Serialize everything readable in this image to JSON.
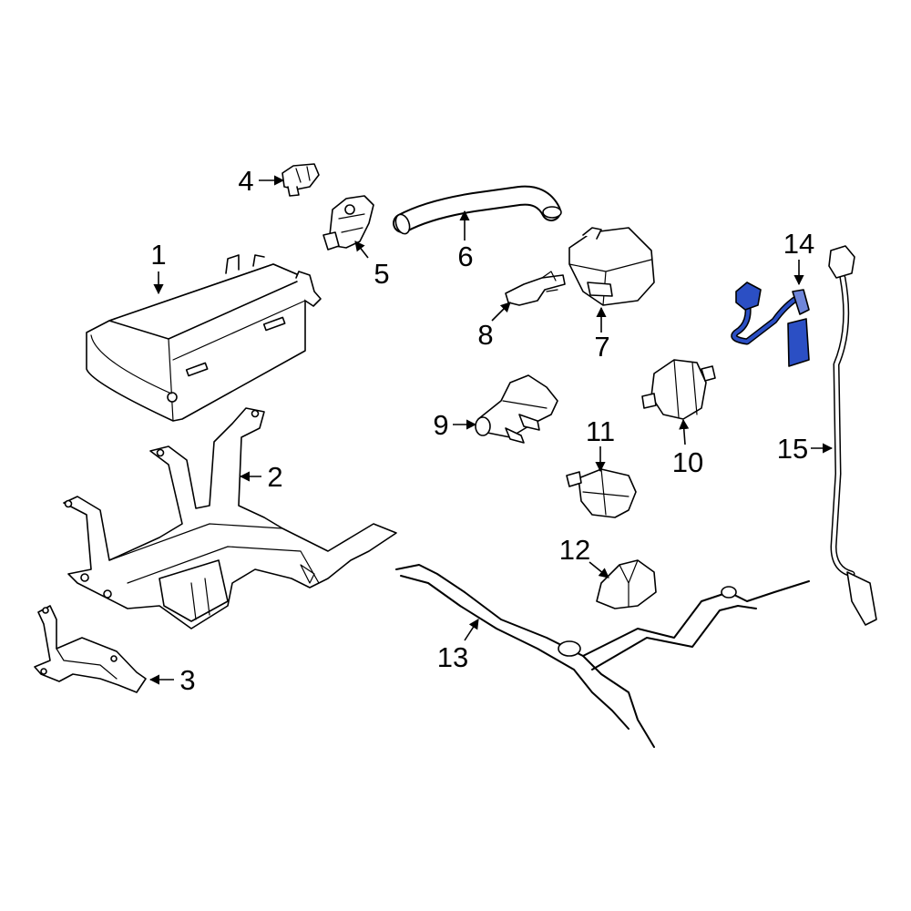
{
  "accent_color": "#2b4fc4",
  "callouts": [
    {
      "id": "1",
      "label": "1"
    },
    {
      "id": "2",
      "label": "2"
    },
    {
      "id": "3",
      "label": "3"
    },
    {
      "id": "4",
      "label": "4"
    },
    {
      "id": "5",
      "label": "5"
    },
    {
      "id": "6",
      "label": "6"
    },
    {
      "id": "7",
      "label": "7"
    },
    {
      "id": "8",
      "label": "8"
    },
    {
      "id": "9",
      "label": "9"
    },
    {
      "id": "10",
      "label": "10"
    },
    {
      "id": "11",
      "label": "11"
    },
    {
      "id": "12",
      "label": "12"
    },
    {
      "id": "13",
      "label": "13"
    },
    {
      "id": "14",
      "label": "14"
    },
    {
      "id": "15",
      "label": "15"
    }
  ]
}
